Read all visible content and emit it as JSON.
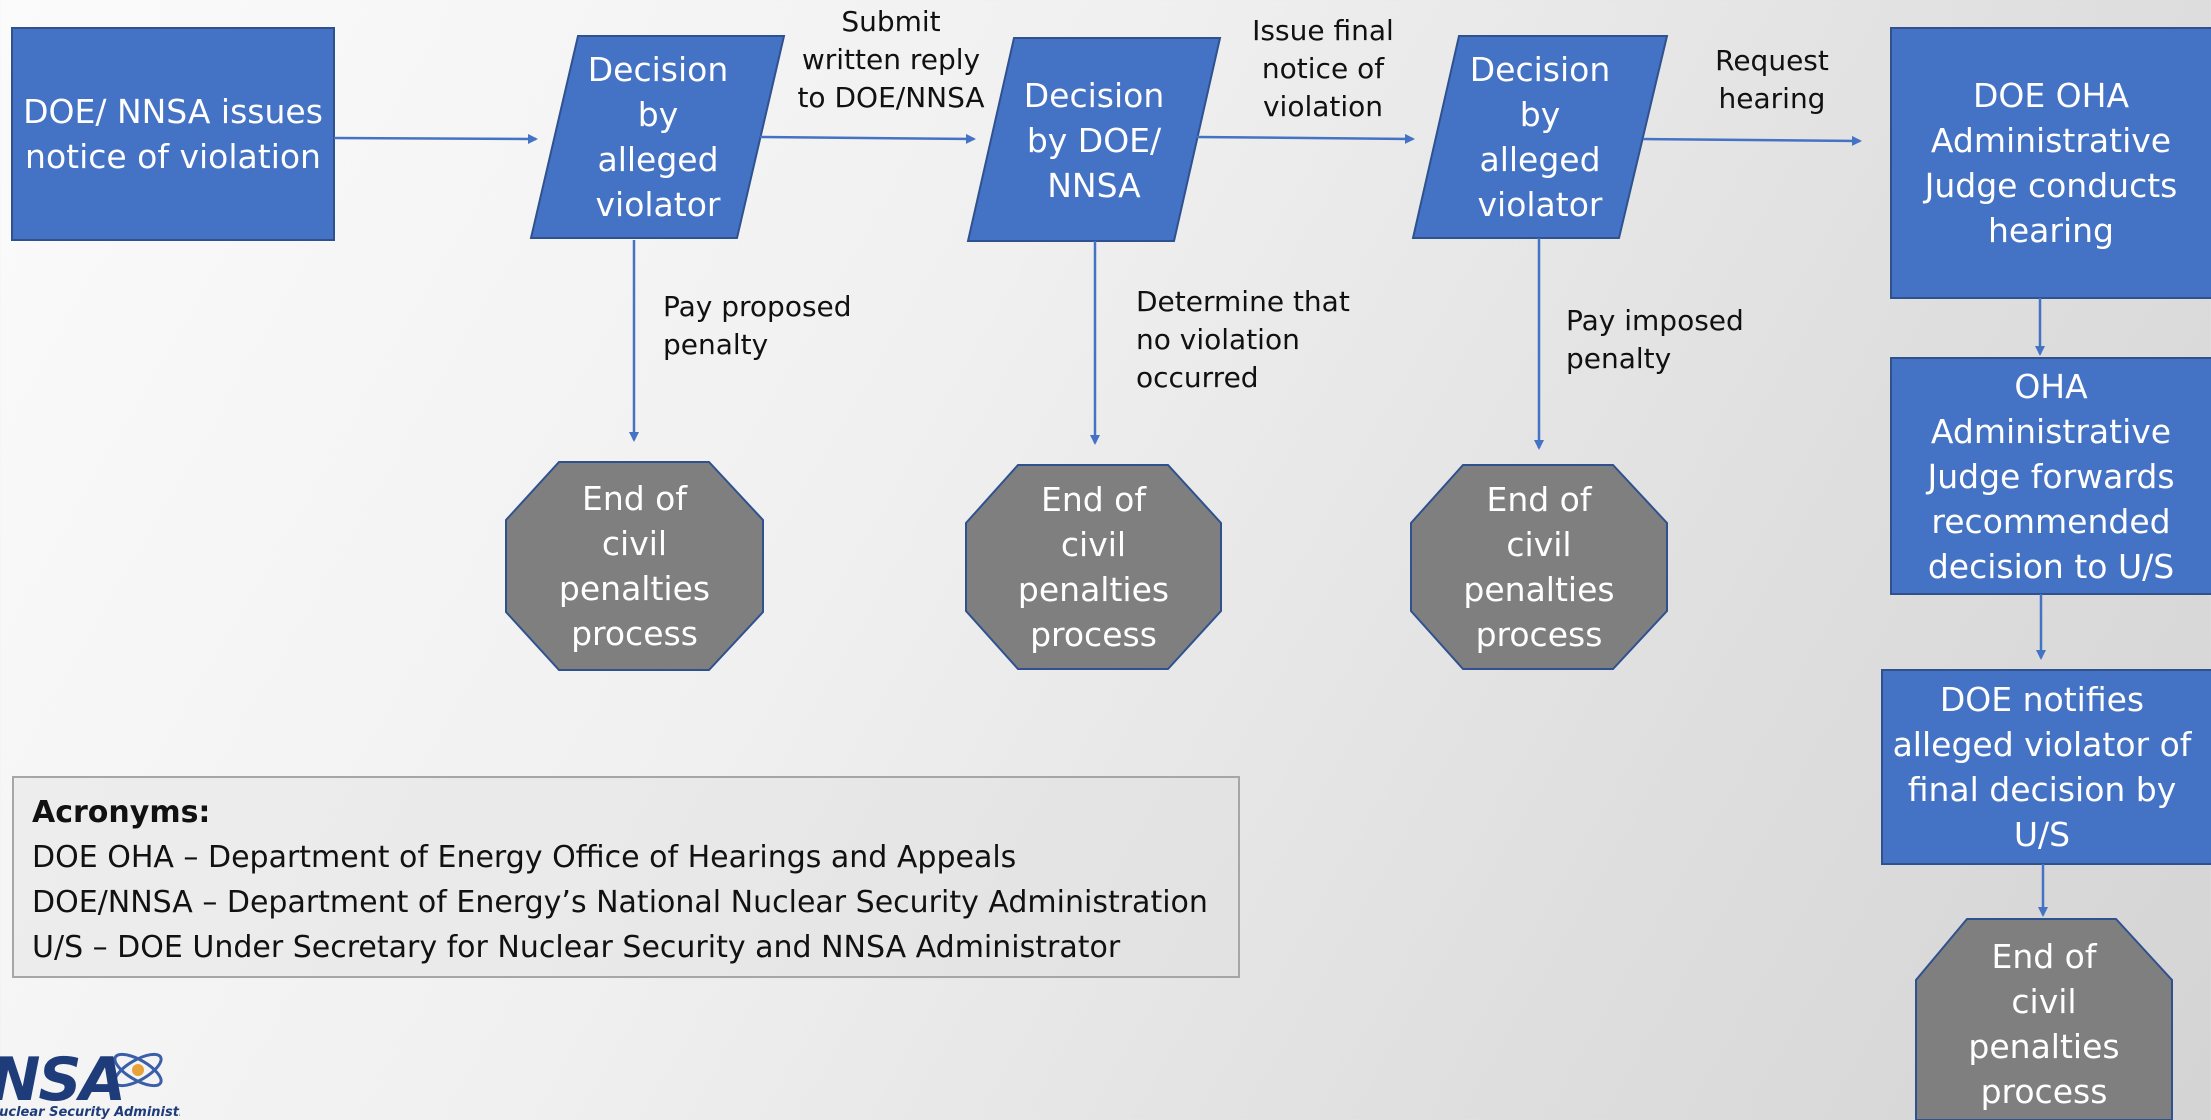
{
  "colors": {
    "process_fill": "#4472c4",
    "process_stroke": "#2f528f",
    "terminal_fill": "#7f7f7f",
    "terminal_stroke": "#2f528f",
    "connector": "#4472c4"
  },
  "nodes": {
    "start": "DOE/ NNSA issues notice of violation",
    "decision_violator_1": [
      "Decision",
      "by",
      "alleged",
      "violator"
    ],
    "decision_doe_nnsa": [
      "Decision",
      "by DOE/",
      "NNSA"
    ],
    "decision_violator_2": [
      "Decision",
      "by",
      "alleged",
      "violator"
    ],
    "oha_hearing": [
      "DOE OHA",
      "Administrative",
      "Judge conducts",
      "hearing"
    ],
    "oha_forwards": [
      "OHA",
      "Administrative",
      "Judge forwards",
      "recommended",
      "decision to U/S"
    ],
    "doe_notifies": [
      "DOE notifies",
      "alleged violator of",
      "final decision by",
      "U/S"
    ],
    "end_label": [
      "End of",
      "civil",
      "penalties",
      "process"
    ]
  },
  "edge_labels": {
    "submit_reply": [
      "Submit",
      "written reply",
      "to DOE/NNSA"
    ],
    "issue_final": [
      "Issue final",
      "notice of",
      "violation"
    ],
    "request_hearing": [
      "Request",
      "hearing"
    ],
    "pay_proposed": [
      "Pay proposed",
      "penalty"
    ],
    "no_violation": [
      "Determine that",
      "no violation",
      "occurred"
    ],
    "pay_imposed": [
      "Pay imposed",
      "penalty"
    ]
  },
  "acronyms": {
    "title": "Acronyms:",
    "items": [
      "DOE OHA – Department of Energy Office of Hearings and Appeals",
      "DOE/NNSA – Department of Energy’s National Nuclear Security Administration",
      "U/S – DOE Under Secretary for Nuclear Security and NNSA Administrator"
    ]
  },
  "logo": {
    "wordmark": "NNSA",
    "tagline": "National Nuclear Security Administration"
  }
}
